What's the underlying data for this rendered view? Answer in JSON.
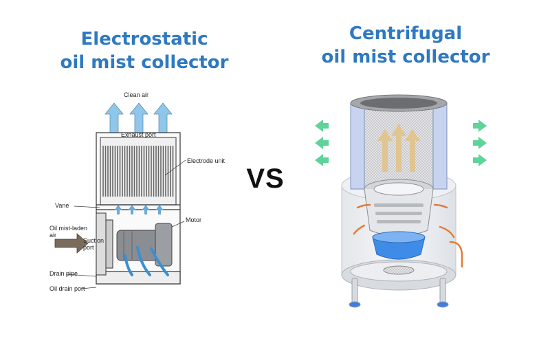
{
  "left_panel": {
    "title_line1": "Electrostatic",
    "title_line2": "oil mist collector",
    "labels": {
      "clean_air": "Clean air",
      "exhaust_port": "Exhaust port",
      "electrode_unit": "Electrode unit",
      "vane": "Vane",
      "motor": "Motor",
      "oil_mist_line1": "Oil mist-laden",
      "oil_mist_line2": "air",
      "suction_line1": "Suction",
      "suction_line2": "port",
      "drain_pipe": "Drain pipe",
      "oil_drain_port": "Oil drain port"
    }
  },
  "center": {
    "vs_label": "VS"
  },
  "right_panel": {
    "title_line1": "Centrifugal",
    "title_line2": "oil mist collector"
  },
  "colors": {
    "title_blue": "#2f79c1",
    "air_arrow_blue": "#8fc6ea",
    "exhaust_green": "#5fd49a",
    "flow_orange": "#e57a35",
    "impeller_blue": "#3f8ce8",
    "rising_arrow_tan": "#e2c48a"
  }
}
